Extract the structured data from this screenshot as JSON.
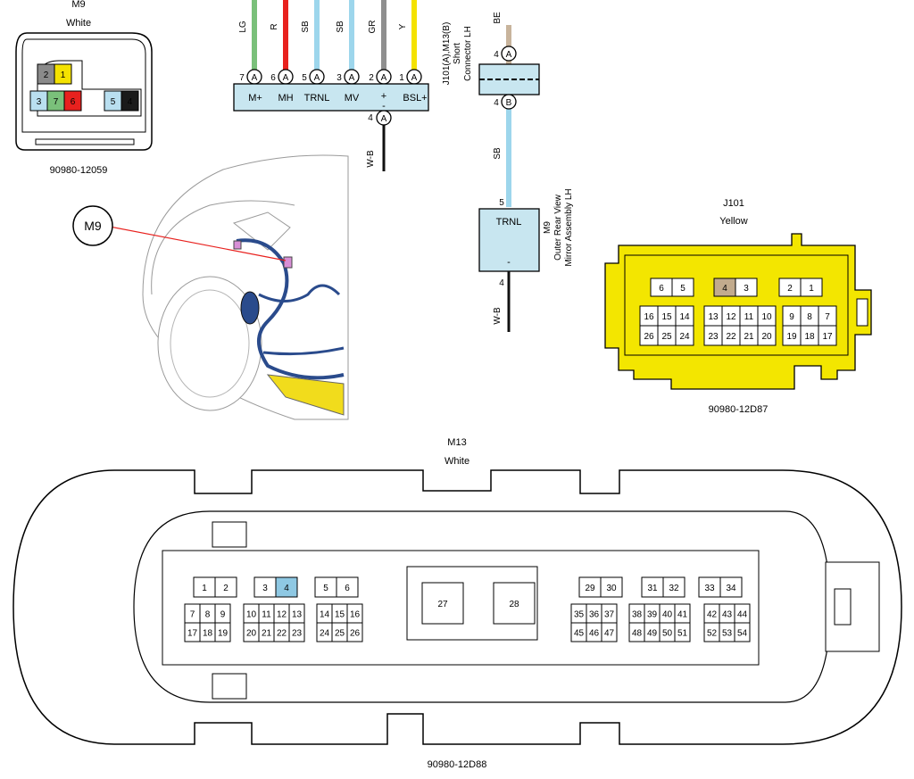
{
  "colors": {
    "LG": "#7ac07a",
    "R": "#e8211e",
    "SB": "#9dd6ec",
    "GR": "#8f8f8f",
    "Y": "#f4e200",
    "BE": "#c8b49c",
    "WB": "#111111",
    "connector_fill": "#c8e6f0",
    "j101_fill": "#f3e600",
    "m9_pin2": "#8a8a8a",
    "m9_pin1": "#f4e200",
    "m9_pin7": "#7ac07a",
    "m9_pin6": "#e8211e",
    "m9_pin3": "#b9dff0",
    "m9_pin5": "#b9dff0",
    "j101_pin4": "#c2ab8d",
    "m13_pin4": "#8ec8e3"
  },
  "m9_connector": {
    "code": "M9",
    "color_name": "White",
    "part_number": "90980-12059",
    "pins": [
      {
        "n": "2",
        "c": "m9_pin2"
      },
      {
        "n": "1",
        "c": "m9_pin1"
      },
      {
        "n": "3",
        "c": "m9_pin3"
      },
      {
        "n": "7",
        "c": "m9_pin7"
      },
      {
        "n": "6",
        "c": "m9_pin6"
      },
      {
        "n": "5",
        "c": "m9_pin5"
      },
      {
        "n": "4",
        "c": ""
      }
    ]
  },
  "locator": {
    "callout": "M9"
  },
  "mirror_block": {
    "labels": [
      "M+",
      "MH",
      "TRNL",
      "MV",
      "+\n-",
      "BSL+"
    ],
    "plus": "+",
    "minus": "-",
    "wires": [
      {
        "color": "LG",
        "pin": "7",
        "conn": "A"
      },
      {
        "color": "R",
        "pin": "6",
        "conn": "A"
      },
      {
        "color": "SB",
        "pin": "5",
        "conn": "A"
      },
      {
        "color": "SB",
        "pin": "3",
        "conn": "A"
      },
      {
        "color": "GR",
        "pin": "2",
        "conn": "A"
      },
      {
        "color": "Y",
        "pin": "1",
        "conn": "A"
      }
    ],
    "ground": {
      "color": "W-B",
      "pin": "4",
      "conn": "A"
    }
  },
  "short_connector": {
    "label_line1": "J101(A),M13(B)",
    "label_line2": "Short",
    "label_line3": "Connector LH",
    "top_wire": "BE",
    "top_pin": "4",
    "top_conn": "A",
    "bottom_pin": "4",
    "bottom_conn": "B",
    "bottom_wire": "SB"
  },
  "mirror_small": {
    "label": "TRNL",
    "minus": "-",
    "pin_top": "5",
    "pin_bottom": "4",
    "wire_bottom": "W-B",
    "name_line1": "M9",
    "name_line2": "Outer Rear View",
    "name_line3": "Mirror Assembly LH"
  },
  "j101_connector": {
    "code": "J101",
    "color_name": "Yellow",
    "part_number": "90980-12D87",
    "row1": [
      "6",
      "5",
      "4",
      "3",
      "2",
      "1"
    ],
    "row2": [
      "16",
      "15",
      "14",
      "13",
      "12",
      "11",
      "10",
      "9",
      "8",
      "7"
    ],
    "row3": [
      "26",
      "25",
      "24",
      "23",
      "22",
      "21",
      "20",
      "19",
      "18",
      "17"
    ]
  },
  "m13_connector": {
    "code": "M13",
    "color_name": "White",
    "part_number": "90980-12D88",
    "row1": [
      "1",
      "2",
      "3",
      "4",
      "5",
      "6",
      "27",
      "28",
      "29",
      "30",
      "31",
      "32",
      "33",
      "34"
    ],
    "row2": [
      "7",
      "8",
      "9",
      "10",
      "11",
      "12",
      "13",
      "14",
      "15",
      "16",
      "35",
      "36",
      "37",
      "38",
      "39",
      "40",
      "41",
      "42",
      "43",
      "44"
    ],
    "row3": [
      "17",
      "18",
      "19",
      "20",
      "21",
      "22",
      "23",
      "24",
      "25",
      "26",
      "45",
      "46",
      "47",
      "48",
      "49",
      "50",
      "51",
      "52",
      "53",
      "54"
    ]
  }
}
